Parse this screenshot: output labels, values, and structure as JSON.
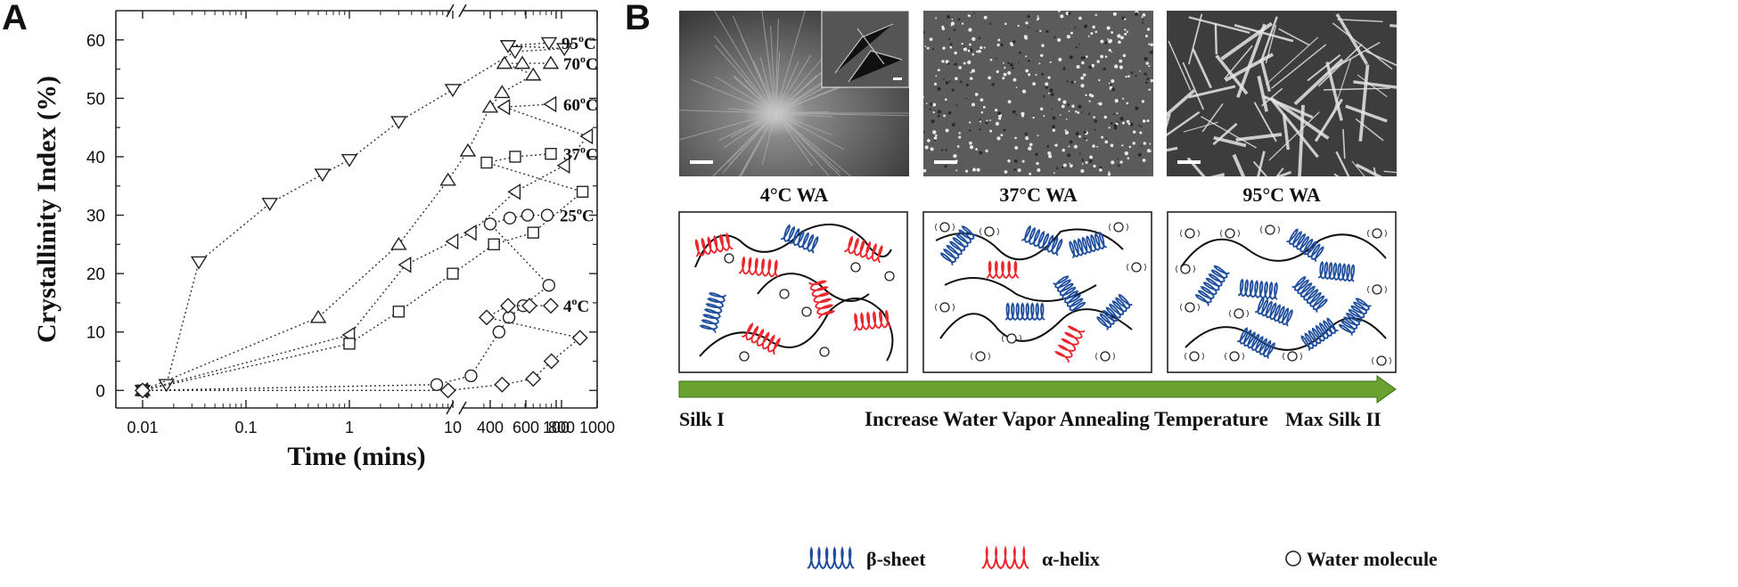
{
  "panel_a": {
    "letter": "A",
    "chart_data": {
      "type": "scatter",
      "title": "",
      "xlabel": "Time (mins)",
      "ylabel": "Crystallinity Index (%)",
      "x_scale": "log (broken axis)",
      "x_ticks": [
        "0.01",
        "0.1",
        "1",
        "10",
        "100",
        "400",
        "600",
        "800",
        "1000"
      ],
      "y_ticks": [
        "0",
        "10",
        "20",
        "30",
        "40",
        "50",
        "60"
      ],
      "ylim": [
        -3,
        65
      ],
      "grid": false,
      "series": [
        {
          "name": "95°C",
          "label_base": "95",
          "marker": "triangle-down",
          "x": [
            0.01,
            0.017,
            0.035,
            0.17,
            0.55,
            1,
            3,
            10,
            40,
            120,
            500,
            730
          ],
          "y": [
            0,
            1,
            22,
            32,
            37,
            39.5,
            46,
            51.5,
            58,
            58.5,
            59,
            59.5
          ]
        },
        {
          "name": "70°C",
          "label_base": "70",
          "marker": "triangle-up",
          "x": [
            0.01,
            0.5,
            3,
            9,
            14,
            23,
            30,
            60,
            480,
            580,
            740
          ],
          "y": [
            0,
            12.5,
            25,
            36,
            41,
            48.5,
            51,
            54,
            56,
            56,
            56
          ]
        },
        {
          "name": "60°C",
          "label_base": "60",
          "marker": "triangle-left",
          "x": [
            0.01,
            1,
            3.5,
            10,
            15,
            40,
            120,
            200,
            480,
            740
          ],
          "y": [
            0,
            9.5,
            21.5,
            25.5,
            27,
            34,
            38.5,
            43.5,
            48.5,
            49
          ]
        },
        {
          "name": "37°C",
          "label_base": "37",
          "marker": "square",
          "x": [
            0.01,
            1,
            3,
            10,
            25,
            60,
            180,
            380,
            540,
            740
          ],
          "y": [
            0,
            8,
            13.5,
            20,
            25,
            27,
            34,
            39,
            40,
            40.5
          ]
        },
        {
          "name": "25°C",
          "label_base": "25",
          "marker": "circle",
          "x": [
            0.01,
            7,
            15,
            28,
            35,
            48,
            85,
            400,
            510,
            610,
            720
          ],
          "y": [
            0,
            1,
            2.5,
            10,
            12.5,
            14.5,
            18,
            28.5,
            29.5,
            30,
            30
          ]
        },
        {
          "name": "4°C",
          "label_base": "4",
          "marker": "diamond",
          "x": [
            0.01,
            9,
            30,
            60,
            90,
            170,
            380,
            500,
            620,
            740
          ],
          "y": [
            0,
            0,
            1,
            2,
            5,
            9,
            12.5,
            14.5,
            14.5,
            14.5
          ]
        }
      ]
    }
  },
  "panel_b": {
    "letter": "B",
    "sem_labels": [
      "4°C WA",
      "37°C WA",
      "95°C WA"
    ],
    "arrow": {
      "left_label": "Silk I",
      "center_label": "Increase Water Vapor Annealing Temperature",
      "right_label": "Max Silk II",
      "color": "#6aa22f"
    },
    "legend": {
      "beta": "β-sheet",
      "alpha": "α-helix",
      "water": "Water molecule"
    },
    "colors": {
      "beta": "#1f4e9c",
      "alpha": "#e8262c"
    }
  }
}
